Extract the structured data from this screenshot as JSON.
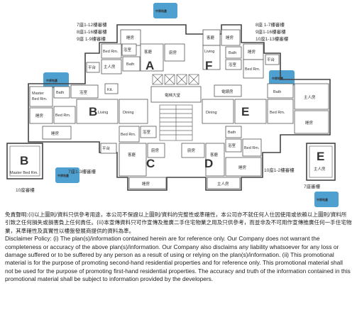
{
  "floor_notes": {
    "top_left": [
      "7座1-12樓審樓",
      "8座1-16樓審樓",
      "9座 1-9樓審樓"
    ],
    "top_right": [
      "8座 1-7樓審樓",
      "9座1-16樓審樓",
      "10座1-13樓審樓"
    ],
    "bottom_left": "7座1-3樓審樓",
    "bottom_left_lower": "10座審樓",
    "bottom_right": "10座1-2樓審樓",
    "bottom_right_lower": "7座審樓"
  },
  "units": {
    "a": "A",
    "b": "B",
    "c": "C",
    "d": "D",
    "e": "E",
    "f": "F",
    "b_small": "B",
    "e_small": "E"
  },
  "rooms": {
    "bath": "Bath",
    "living": "Living",
    "dining": "Dining",
    "bed": "Bed Rm.",
    "master": "Master",
    "master_bed": "Master Bed Rm.",
    "kit": "Kit.",
    "lobby": "電梯大堂",
    "master_zh": "主人房",
    "bed_zh": "睡房",
    "living_zh": "客廳",
    "kit_zh": "廚房",
    "bath_zh": "浴室",
    "utility_zh": "電錶房",
    "yard_zh": "平台"
  },
  "watermark": "中原地產",
  "disclaimer": {
    "zh": "免責聲明:(i)以上圖則/資料只供參考用途，本公司不保證以上圖則/資料的完整性或準確性，本公司亦不就任何人仕因使用或依賴以上圖則/資料所引致之任何損失或損害負上任何責任。(ii)本宣傳資料只可作宣傳及推廣二手住宅物業之用及只供參考，而並非及不可用作宣傳推廣任何一手住宅物業，其準確性及真實性以樓盤發展商提供的資料為準。",
    "en": "Disclaimer Policy: (i) The plan(s)/information contained herein are for reference only. Our Company does not warrant the completeness or accuracy of the above plan(s)/information. Our Company also disclaims any liability whatsoever for any loss or damage suffered or to be suffered by any person as a result of using or relying on the plan(s)/information. (ii) This promotional material is for the purpose of promoting second-hand residential properties and for reference only. This promotional material shall not be used for the purpose of promoting first-hand residential properties. The accuracy and truth of the information contained in this promotional material shall be subject to information provided by the developers."
  }
}
